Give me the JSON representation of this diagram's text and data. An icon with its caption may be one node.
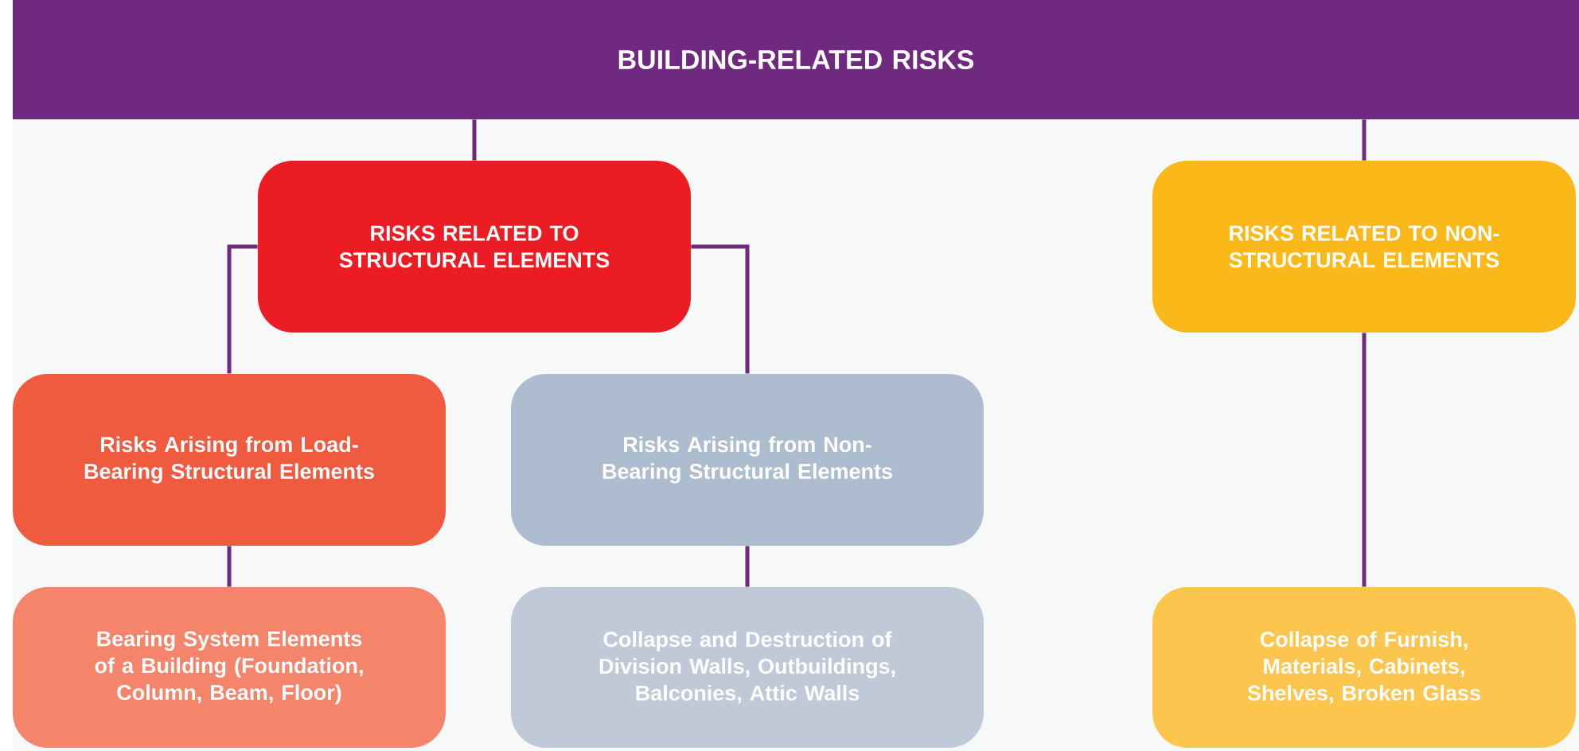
{
  "diagram": {
    "nodes": [
      {
        "text": [
          "BUILDING-RELATED RISKS"
        ]
      },
      {
        "text": [
          "RISKS RELATED TO STRUCTURAL ELEMENTS"
        ]
      },
      {
        "text": [
          "RISKS RELATED TO NON-STRUCTURAL ELEMENTS"
        ]
      },
      {
        "text": [
          "Risks Arising from Load- Bearing Structural Elements"
        ]
      },
      {
        "text": [
          "Risks Arising from Non-Bearing Structural Elements"
        ]
      },
      {
        "text": [
          "Bearing System Elements of a Building (Foundation, Column, Beam, Floor)"
        ]
      },
      {
        "text": [
          "Collapse and Destruction of Division Walls, Outbuildings, Balconies, Attic Walls"
        ]
      },
      {
        "text": [
          "Collapse of Furnish, Materials, Cabinets, Shelves, Broken Glass"
        ]
      }
    ],
    "edges": [
      {
        "from": 0,
        "to": 1,
        "arrow": "none"
      },
      {
        "from": 0,
        "to": 2,
        "arrow": "none"
      },
      {
        "from": 1,
        "to": 3,
        "arrow": "none"
      },
      {
        "from": 1,
        "to": 4,
        "arrow": "none"
      },
      {
        "from": 3,
        "to": 5,
        "arrow": "none"
      },
      {
        "from": 4,
        "to": 6,
        "arrow": "none"
      },
      {
        "from": 2,
        "to": 7,
        "arrow": "none"
      }
    ]
  }
}
